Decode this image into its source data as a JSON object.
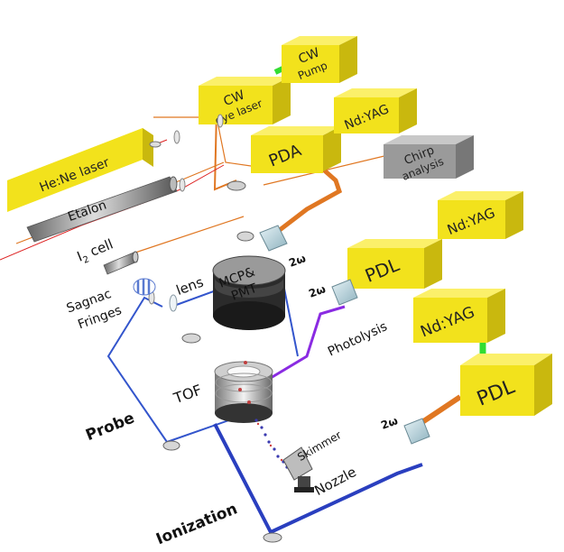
{
  "colors": {
    "box_front": "#f2e21c",
    "box_top": "#fbf06a",
    "box_side": "#c9b80e",
    "chirp_front": "#9a9a9a",
    "chirp_top": "#c8c8c8",
    "chirp_side": "#777777",
    "green_beam": "#33dd33",
    "orange_beam": "#e07722",
    "blue_beam": "#3355cc",
    "violet_beam": "#8a2be2",
    "red_beam": "#dd2222"
  },
  "boxes": {
    "cw_dye_laser": {
      "line1": "CW",
      "line2": "dye laser"
    },
    "cw_pump": {
      "line1": "CW",
      "line2": "Pump"
    },
    "pda": {
      "label": "PDA"
    },
    "ndyag_top": {
      "label": "Nd:YAG"
    },
    "chirp_analysis": {
      "line1": "Chirp",
      "line2": "analysis"
    },
    "hene_laser": {
      "label": "He:Ne laser"
    },
    "etalon": {
      "label": "Etalon"
    },
    "ndyag_mid": {
      "label": "Nd:YAG"
    },
    "pdl_mid": {
      "label": "PDL"
    },
    "ndyag_low": {
      "label": "Nd:YAG"
    },
    "pdl_low": {
      "label": "PDL"
    }
  },
  "labels": {
    "i2_cell_main": "I",
    "i2_cell_sub": "2",
    "i2_cell_suffix": " cell",
    "sagnac_line1": "Sagnac",
    "sagnac_line2": "Fringes",
    "lens": "lens",
    "mcp_line1": "MCP&",
    "mcp_line2": "PMT",
    "two_omega": "2ω",
    "photolysis": "Photolysis",
    "tof": "TOF",
    "probe": "Probe",
    "skimmer": "Skimmer",
    "nozzle": "Nozzle",
    "ionization": "Ionization"
  }
}
